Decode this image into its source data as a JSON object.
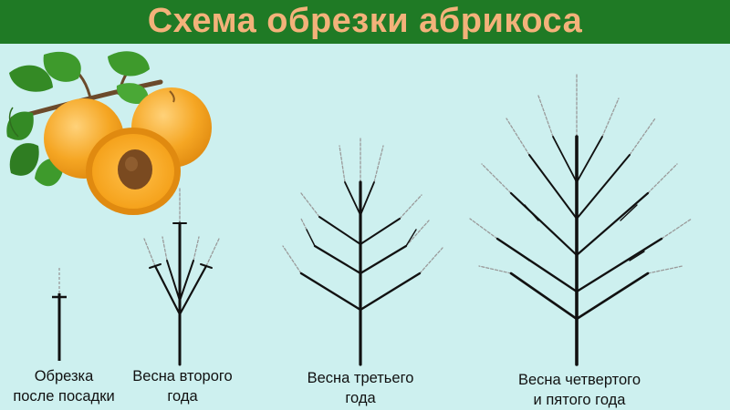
{
  "title": "Схема обрезки абрикоса",
  "colors": {
    "header_bg": "#1f7a25",
    "title_text": "#f3b27a",
    "background": "#cdf0ef",
    "trunk": "#111111",
    "pruned_outline": "#9a9a9a",
    "apricot": "#f5a623",
    "leaf": "#3e9a2c"
  },
  "illustration": "apricot-branch-icon",
  "stages": [
    {
      "line1": "Обрезка",
      "line2": "после посадки"
    },
    {
      "line1": "Весна второго",
      "line2": "года"
    },
    {
      "line1": "Весна третьего",
      "line2": "года"
    },
    {
      "line1": "Весна четвертого",
      "line2": "и пятого года"
    }
  ]
}
